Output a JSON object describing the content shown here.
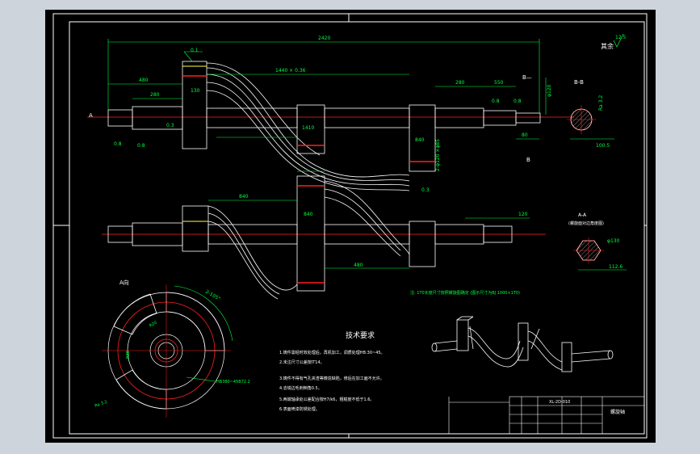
{
  "dimensions": {
    "overall_length": "2420",
    "d480": "480",
    "d280": "280",
    "d130": "130",
    "pitch": "1440 × 0.36",
    "d1410": "1410",
    "d840": "840",
    "d280b": "280",
    "d550": "550",
    "d80": "80",
    "d0_8": "0.8",
    "d0_8b": "0.8",
    "d0_8c": "0.8",
    "d0_8d": "0.8",
    "d0_1": "0.1",
    "d0_3": "0.3",
    "d0_3b": "0.3",
    "d100": "100",
    "d120": "120",
    "d840b": "840",
    "d480b": "480",
    "phi120": "φ120",
    "phi130": "φ130",
    "val_112_6": "112.6",
    "val_100": "100.5",
    "val_12_5": "12.5",
    "angle": "2-105°",
    "r20": "R20",
    "r30": "R30",
    "z2": "2-φ120 ×φ85",
    "rough_ra": "Ra 3.2",
    "hb": "HB380~45B72.2"
  },
  "labels": {
    "section_b": "B-B",
    "section_bb1": "B—",
    "section_b2": "B",
    "view_a": "A向",
    "a_left": "A",
    "a_a": "A-A",
    "a_a_note": "(螺旋面对边角度图)",
    "corner_mark": "其余",
    "b_mark1": "B",
    "b_mark2": "B",
    "note_line": "注: 1T0长度尺寸按照螺旋图确定 (图示尺寸为BJ 1000×1T0)"
  },
  "tech_req": {
    "title": "技术要求",
    "items": [
      "1.铸件需经时效处理后，再机加工，调质处理HB:30~45。",
      "2.未注尺寸公差按IT14。",
      "3.铸件不得有气孔夹渣等铸造缺陷，修后在加工面不允许。",
      "4.去锐边毛刺倒角0.5。",
      "5.两端轴承处公差配合按H7/k6，粗糙度不低于1.6。",
      "6.表面喷漆防锈处理。"
    ]
  },
  "title_block": {
    "drawing_no": "XL-2D-010",
    "part_name": "螺旋轴"
  }
}
